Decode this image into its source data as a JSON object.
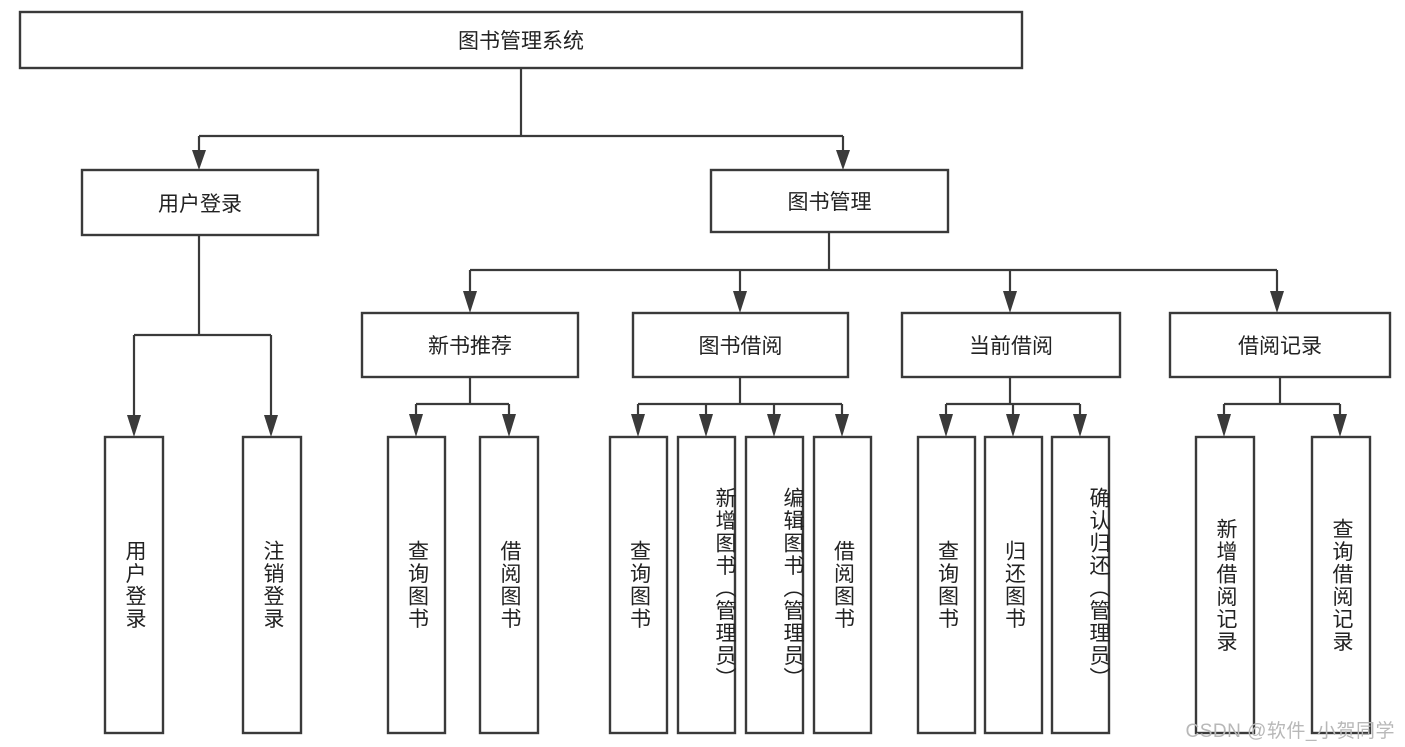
{
  "diagram": {
    "title": "图书管理系统",
    "type": "tree",
    "watermark": "CSDN @软件_小贺同学",
    "colors": {
      "box_stroke": "#3a3a3a",
      "box_fill": "#ffffff",
      "text": "#222222",
      "background": "#ffffff",
      "watermark": "#b8b8b8"
    },
    "levels": {
      "root": {
        "label": "图书管理系统",
        "orientation": "horizontal"
      },
      "level1": [
        {
          "label": "用户登录",
          "orientation": "horizontal"
        },
        {
          "label": "图书管理",
          "orientation": "horizontal"
        }
      ],
      "level2": [
        {
          "label": "新书推荐",
          "orientation": "horizontal"
        },
        {
          "label": "图书借阅",
          "orientation": "horizontal"
        },
        {
          "label": "当前借阅",
          "orientation": "horizontal"
        },
        {
          "label": "借阅记录",
          "orientation": "horizontal"
        }
      ],
      "leaves": [
        {
          "label": "用户登录",
          "orientation": "vertical",
          "parent": "用户登录"
        },
        {
          "label": "注销登录",
          "orientation": "vertical",
          "parent": "用户登录"
        },
        {
          "label": "查询图书",
          "orientation": "vertical",
          "parent": "新书推荐"
        },
        {
          "label": "借阅图书",
          "orientation": "vertical",
          "parent": "新书推荐"
        },
        {
          "label": "查询图书",
          "orientation": "vertical",
          "parent": "图书借阅"
        },
        {
          "label": "新增图书（管理员）",
          "orientation": "vertical",
          "parent": "图书借阅"
        },
        {
          "label": "编辑图书（管理员）",
          "orientation": "vertical",
          "parent": "图书借阅"
        },
        {
          "label": "借阅图书",
          "orientation": "vertical",
          "parent": "图书借阅"
        },
        {
          "label": "查询图书",
          "orientation": "vertical",
          "parent": "当前借阅"
        },
        {
          "label": "归还图书",
          "orientation": "vertical",
          "parent": "当前借阅"
        },
        {
          "label": "确认归还（管理员）",
          "orientation": "vertical",
          "parent": "当前借阅"
        },
        {
          "label": "新增借阅记录",
          "orientation": "vertical",
          "parent": "借阅记录"
        },
        {
          "label": "查询借阅记录",
          "orientation": "vertical",
          "parent": "借阅记录"
        }
      ]
    }
  }
}
